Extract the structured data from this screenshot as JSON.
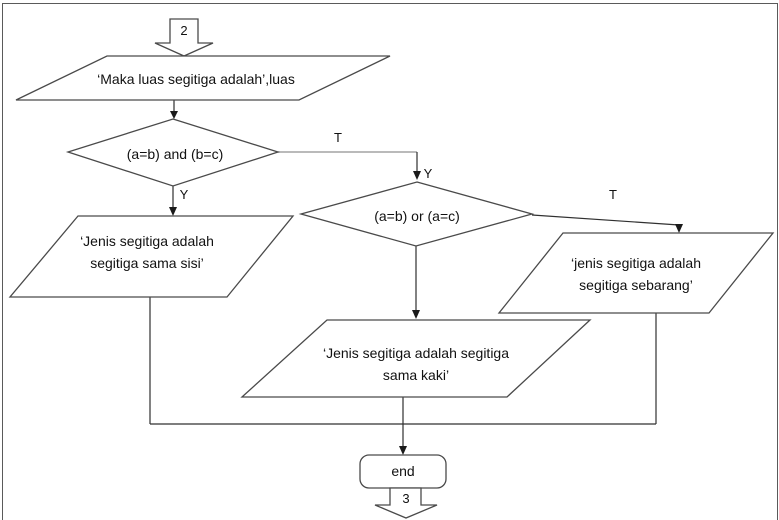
{
  "colors": {
    "background": "#ffffff",
    "shape_outline": "#4a4a4a",
    "connector": "#303030",
    "connector_gray": "#a3a3a3",
    "text": "#111111"
  },
  "flowchart": {
    "connector_in": {
      "label": "2"
    },
    "output_luas": {
      "text": "‘Maka luas segitiga adalah’,luas"
    },
    "decision_and": {
      "text": "(a=b) and (b=c)",
      "true_label": "T",
      "yes_label": "Y"
    },
    "decision_or": {
      "text": "(a=b) or (a=c)",
      "incoming_yes_label": "Y",
      "true_label": "T"
    },
    "output_sama_sisi": {
      "line1": "‘Jenis segitiga adalah",
      "line2": "segitiga sama sisi’"
    },
    "output_sebarang": {
      "line1": "‘jenis segitiga adalah",
      "line2": "segitiga sebarang’"
    },
    "output_sama_kaki": {
      "line1": "‘Jenis segitiga adalah segitiga",
      "line2": "sama kaki’"
    },
    "terminator": {
      "label": "end"
    },
    "connector_out": {
      "label": "3"
    }
  }
}
